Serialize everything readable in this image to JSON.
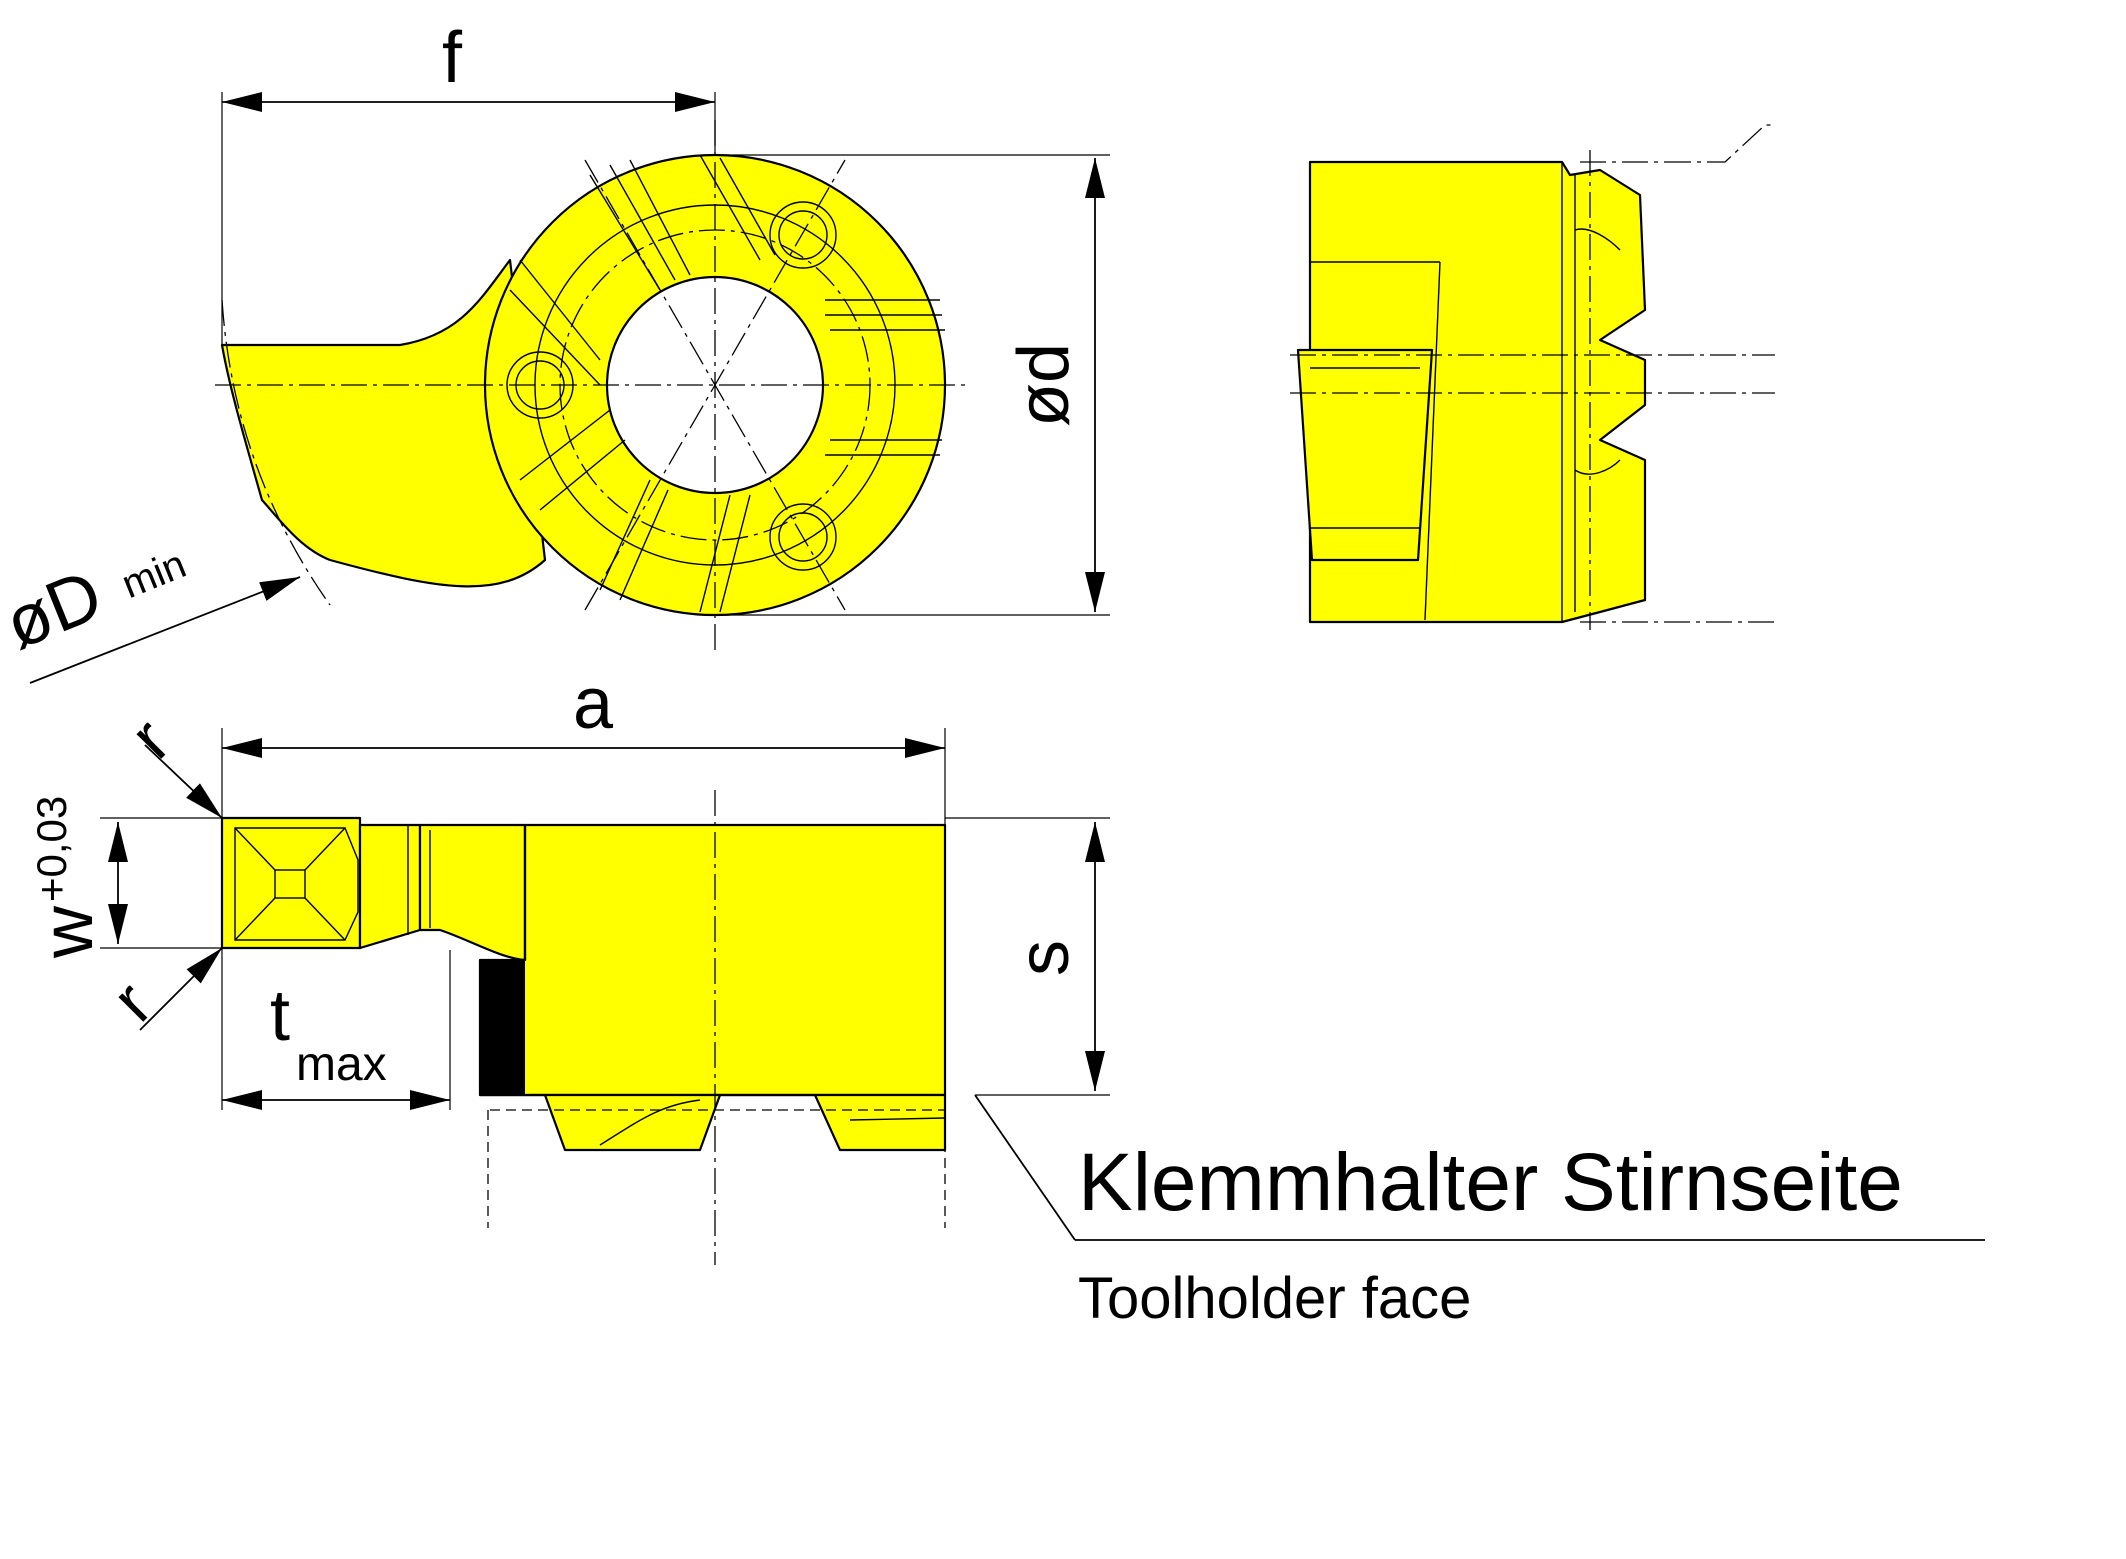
{
  "labels": {
    "f": "f",
    "d": "ød",
    "D_main": "øD",
    "D_sub": "min",
    "a": "a",
    "r_top": "r",
    "r_bottom": "r",
    "w_main": "w",
    "w_sup": "+0,03",
    "t_main": "t",
    "t_sub": "max",
    "s": "s",
    "face_de": "Klemmhalter Stirnseite",
    "face_en": "Toolholder face"
  },
  "colors": {
    "insert_fill": "#ffff00",
    "line": "#000000",
    "background": "#ffffff"
  }
}
